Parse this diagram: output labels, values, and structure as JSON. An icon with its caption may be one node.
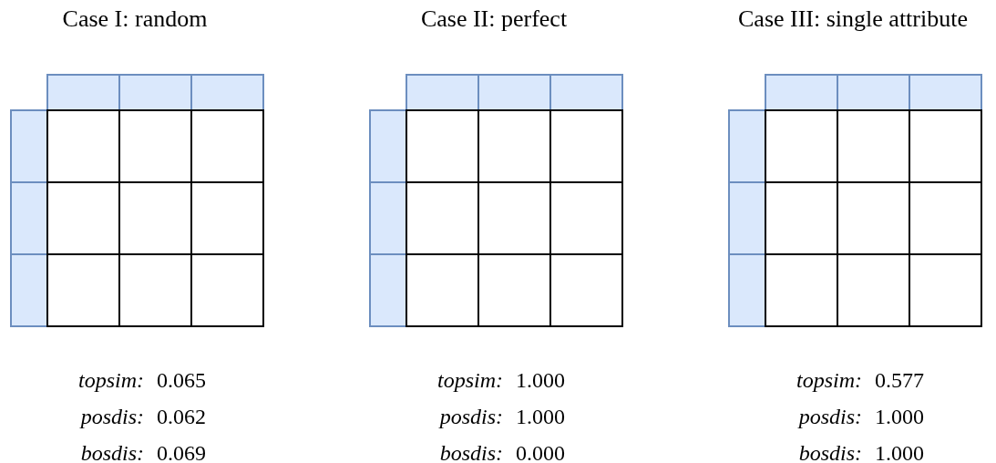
{
  "diagram": {
    "labels": [
      "Case I: random",
      "Case II: perfect",
      "Case III: single attribute",
      "topsim:",
      "0.065",
      "topsim:",
      "1.000",
      "topsim:",
      "0.577",
      "posdis:",
      "0.062",
      "posdis:",
      "1.000",
      "posdis:",
      "1.000",
      "bosdis:",
      "0.069",
      "bosdis:",
      "0.000",
      "bosdis:",
      "1.000"
    ]
  }
}
